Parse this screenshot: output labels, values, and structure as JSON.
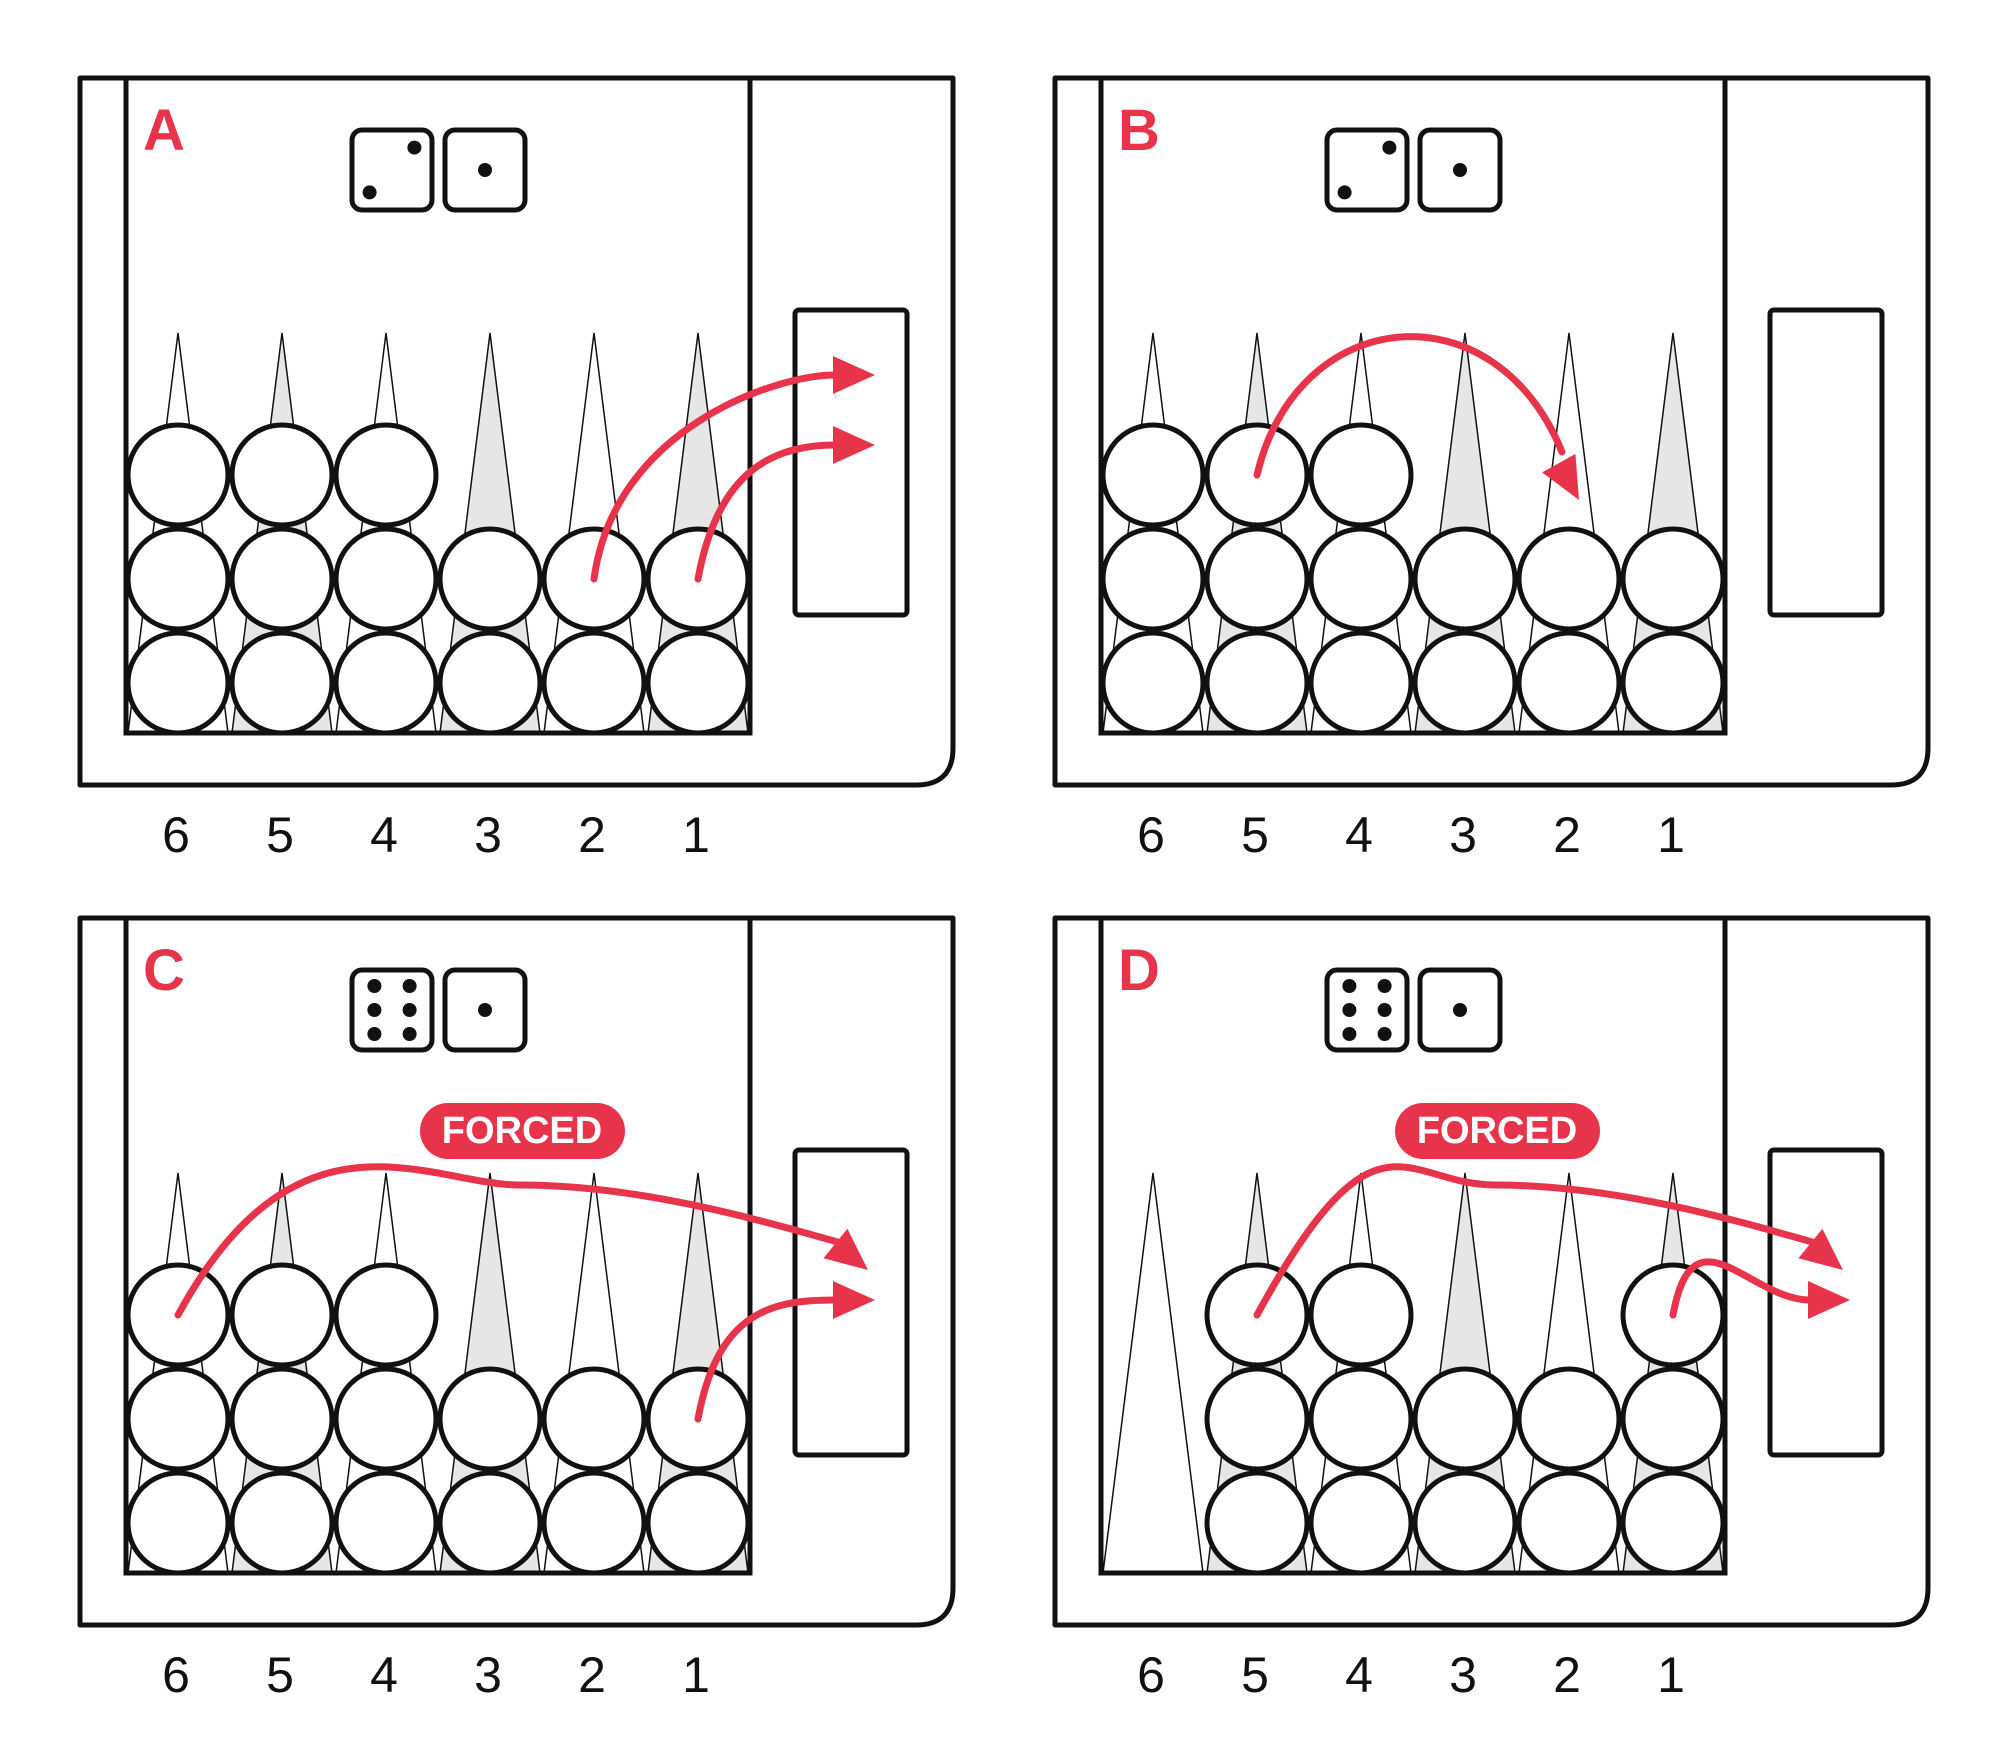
{
  "colors": {
    "accent": "#E8344A",
    "stroke": "#111111",
    "checker": "#FFFFFF",
    "dark_point": "#E6E6E6",
    "light_point": "#FFFFFF"
  },
  "point_numbers": [
    "6",
    "5",
    "4",
    "3",
    "2",
    "1"
  ],
  "panels": [
    {
      "label": "A",
      "dice": [
        2,
        1
      ],
      "checkers_per_point": [
        3,
        3,
        3,
        2,
        2,
        2
      ],
      "badge": "",
      "moves": [
        {
          "from_point": 2,
          "to": "off",
          "die": 2
        },
        {
          "from_point": 1,
          "to": "off",
          "die": 1
        }
      ]
    },
    {
      "label": "B",
      "dice": [
        2,
        1
      ],
      "checkers_per_point": [
        3,
        3,
        3,
        2,
        2,
        2
      ],
      "badge": "",
      "moves": [
        {
          "from_point": 5,
          "to_point": 2,
          "die": 2
        }
      ]
    },
    {
      "label": "C",
      "dice": [
        6,
        1
      ],
      "checkers_per_point": [
        3,
        3,
        3,
        2,
        2,
        2
      ],
      "badge": "FORCED",
      "moves": [
        {
          "from_point": 6,
          "to": "off",
          "die": 6
        },
        {
          "from_point": 1,
          "to": "off",
          "die": 1
        }
      ]
    },
    {
      "label": "D",
      "dice": [
        6,
        1
      ],
      "checkers_per_point": [
        0,
        3,
        3,
        2,
        2,
        3
      ],
      "badge": "FORCED",
      "moves": [
        {
          "from_point": 5,
          "to": "off",
          "die": 6
        },
        {
          "from_point": 1,
          "to": "off",
          "die": 1
        }
      ]
    }
  ]
}
